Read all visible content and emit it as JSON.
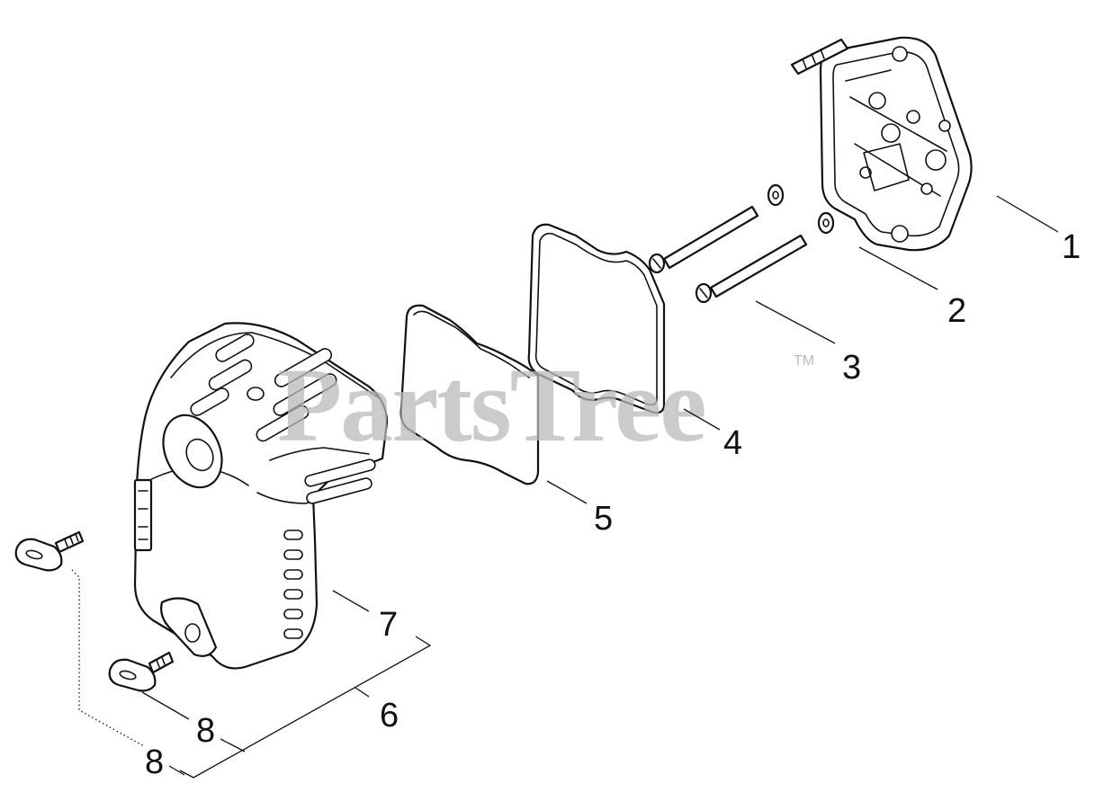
{
  "watermark": {
    "text": "PartsTree",
    "trademark": "TM"
  },
  "callouts": [
    {
      "id": "c1",
      "label": "1"
    },
    {
      "id": "c2",
      "label": "2"
    },
    {
      "id": "c3",
      "label": "3"
    },
    {
      "id": "c4",
      "label": "4"
    },
    {
      "id": "c5",
      "label": "5"
    },
    {
      "id": "c6",
      "label": "6"
    },
    {
      "id": "c7",
      "label": "7"
    },
    {
      "id": "c8a",
      "label": "8"
    },
    {
      "id": "c8b",
      "label": "8"
    }
  ],
  "colors": {
    "line": "#111111",
    "watermark": "#b9b9b9",
    "background": "#ffffff"
  }
}
